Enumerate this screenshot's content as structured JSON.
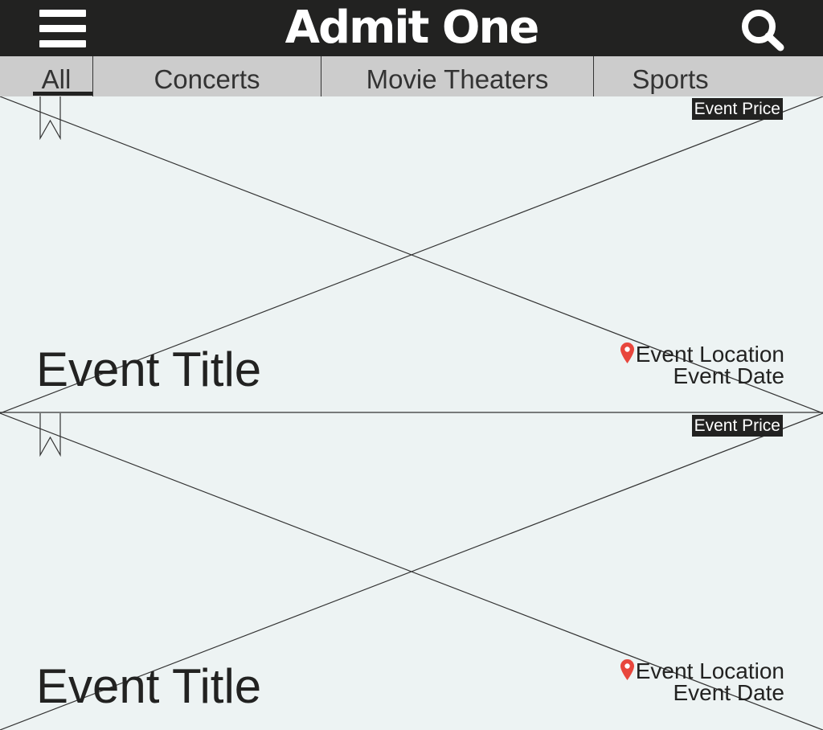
{
  "header": {
    "title": "Admit One",
    "menu_icon": "hamburger-menu-icon",
    "search_icon": "search-icon",
    "background": "#222221"
  },
  "tabs": [
    {
      "label": "All",
      "selected": true
    },
    {
      "label": "Concerts",
      "selected": false
    },
    {
      "label": "Movie Theaters",
      "selected": false
    },
    {
      "label": "Sports",
      "selected": false
    }
  ],
  "events": [
    {
      "title": "Event Title",
      "price": "Event Price",
      "location": "Event Location",
      "date": "Event Date",
      "bookmark_icon": "bookmark-icon",
      "location_icon": "map-pin-icon"
    },
    {
      "title": "Event Title",
      "price": "Event Price",
      "location": "Event Location",
      "date": "Event Date",
      "bookmark_icon": "bookmark-icon",
      "location_icon": "map-pin-icon"
    }
  ],
  "colors": {
    "accent_pin": "#e8463c",
    "tab_bar": "#cccccc",
    "content_bg": "#edf3f3"
  }
}
